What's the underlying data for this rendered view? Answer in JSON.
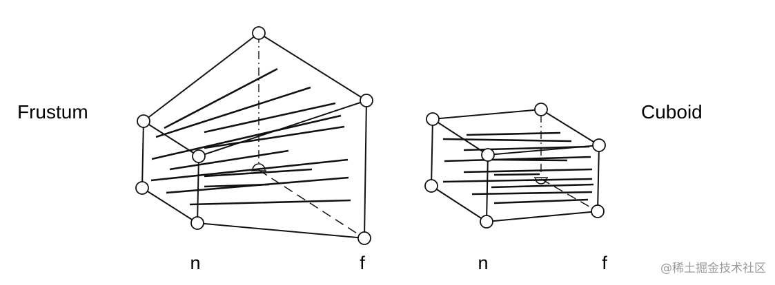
{
  "labels": {
    "frustum": "Frustum",
    "cuboid": "Cuboid",
    "frustum_near": "n",
    "frustum_far": "f",
    "cuboid_near": "n",
    "cuboid_far": "f"
  },
  "watermark": "@稀土掘金技术社区"
}
